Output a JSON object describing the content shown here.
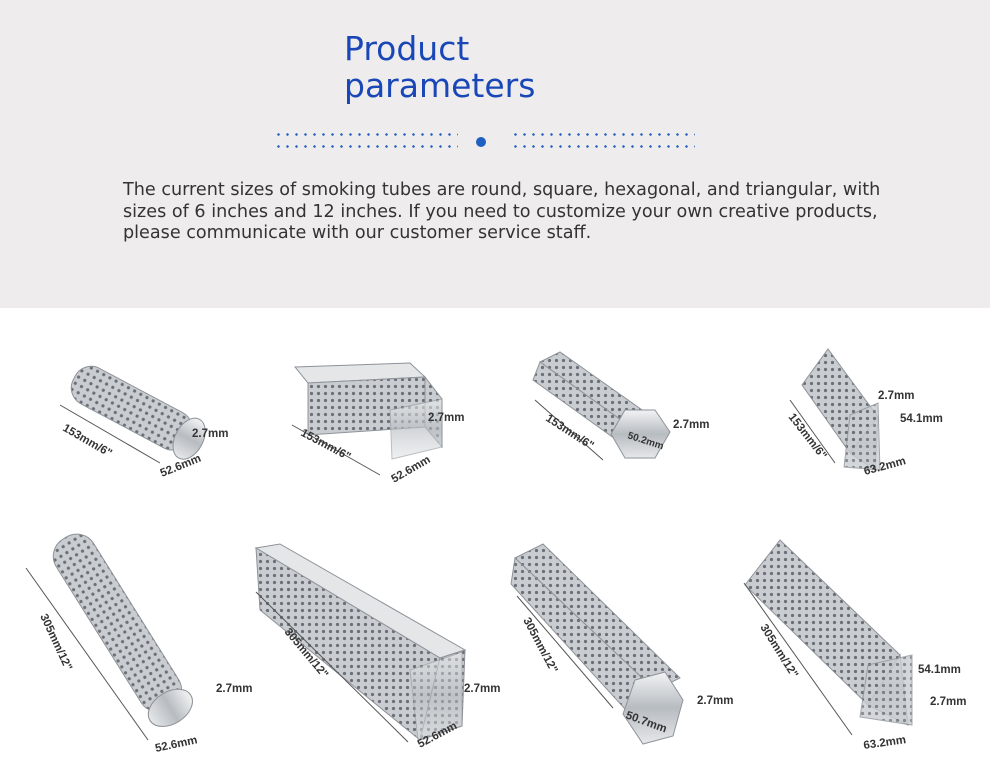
{
  "header": {
    "title_line1": "Product",
    "title_line2": "parameters",
    "description": "The current sizes of smoking tubes are round, square, hexagonal, and triangular, with sizes of 6 inches and 12 inches. If you need to customize your own creative products, please communicate with our customer service staff."
  },
  "colors": {
    "title": "#1a47b8",
    "header_bg": "#eeeced",
    "dots": "#2a62c4"
  },
  "products": [
    {
      "shape": "round",
      "length": "153mm/6\"",
      "thickness": "2.7mm",
      "width": "52.6mm"
    },
    {
      "shape": "square",
      "length": "153mm/6\"",
      "thickness": "2.7mm",
      "width": "52.6mm"
    },
    {
      "shape": "hexagonal",
      "length": "153mm/6\"",
      "thickness": "2.7mm",
      "width": "50.2mm"
    },
    {
      "shape": "triangular",
      "length": "153mm/6\"",
      "thickness": "2.7mm",
      "width": "63.2mm",
      "height": "54.1mm"
    },
    {
      "shape": "round",
      "length": "305mm/12\"",
      "thickness": "2.7mm",
      "width": "52.6mm"
    },
    {
      "shape": "square",
      "length": "305mm/12\"",
      "thickness": "2.7mm",
      "width": "52.6mm"
    },
    {
      "shape": "hexagonal",
      "length": "305mm/12\"",
      "thickness": "2.7mm",
      "width": "50.7mm"
    },
    {
      "shape": "triangular",
      "length": "305mm/12\"",
      "thickness": "2.7mm",
      "width": "63.2mm",
      "height": "54.1mm"
    }
  ]
}
